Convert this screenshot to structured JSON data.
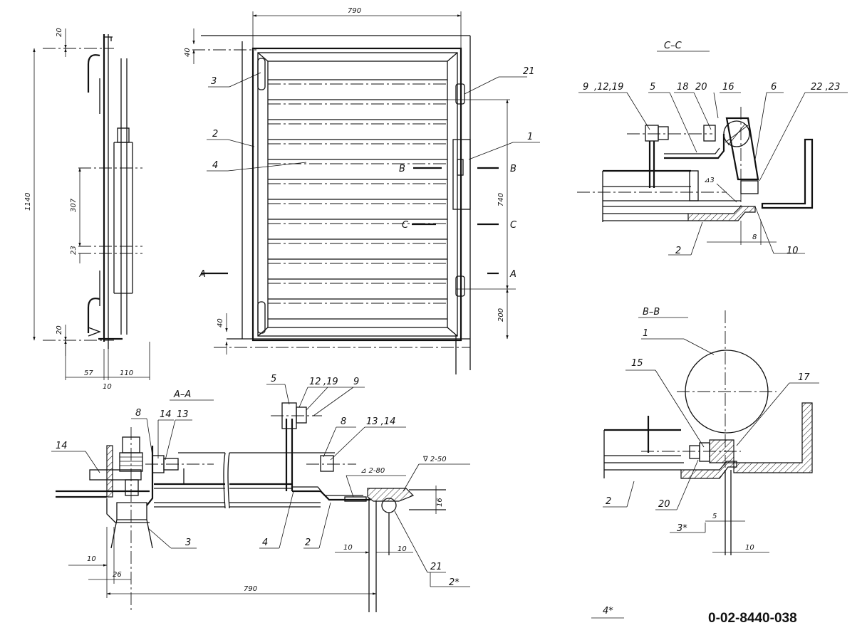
{
  "drawing_number": "0-02-8440-038",
  "notes": {
    "note_4": "4*",
    "note_3": "3*",
    "note_2": "2*"
  },
  "sections": {
    "aa": "A–A",
    "bb": "B–B",
    "cc": "C–C"
  },
  "cut_marks": {
    "a": "A",
    "b": "B",
    "c": "C"
  },
  "side_view": {
    "dims": {
      "top": "20",
      "bottom": "20",
      "overall": "1140",
      "mid": "307",
      "small": "23",
      "w57": "57",
      "w10": "10",
      "w110": "110"
    }
  },
  "front_view": {
    "dims": {
      "width": "790",
      "top": "40",
      "bottom": "40",
      "height": "740",
      "lower": "200"
    },
    "labels": {
      "p3": "3",
      "p2": "2",
      "p4": "4",
      "p21": "21",
      "p1": "1"
    }
  },
  "section_cc": {
    "labels": {
      "p9": "9",
      "p12_19": ",12,19",
      "p5": "5",
      "p18": "18",
      "p20": "20",
      "p16": "16",
      "p6": "6",
      "p22_23": "22 ,23",
      "p2": "2",
      "p10": "10"
    },
    "dims": {
      "weld": "⊿3",
      "gap": "8"
    }
  },
  "section_bb": {
    "labels": {
      "p1": "1",
      "p15": "15",
      "p17": "17",
      "p2": "2",
      "p20": "20"
    },
    "dims": {
      "d5": "5",
      "d10": "10"
    }
  },
  "section_aa": {
    "labels": {
      "p5": "5",
      "p12": "12",
      "p19": ",19",
      "p9": "9",
      "p8a": "8",
      "p14a": "14",
      "p13a": "13",
      "p14": "14",
      "p8b": "8",
      "p13_14": "13 ,14",
      "p3": "3",
      "p4": "4",
      "p2": "2",
      "p21": "21"
    },
    "dims": {
      "weld": "⊿ 2-80",
      "weld2": "∇ 2-50",
      "d16": "16",
      "d10a": "10",
      "d10b": "10",
      "d10c": "10",
      "d26": "26",
      "d790": "790"
    }
  }
}
